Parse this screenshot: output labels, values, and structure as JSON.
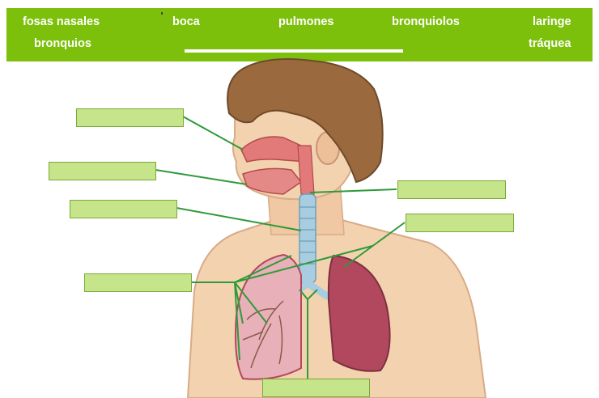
{
  "word_bank": {
    "words": [
      "fosas nasales",
      "bronquios",
      "boca",
      "pulmones",
      "bronquiolos",
      "laringe",
      "tráquea"
    ]
  },
  "drop_zones": [
    "",
    "",
    "",
    "",
    "",
    "",
    ""
  ],
  "colors": {
    "bank_background": "#7cc00c",
    "drop_zone_fill": "#c6e58a",
    "leader_line": "#2f9a3a",
    "skin": "#f3d2b0",
    "hair": "#9a6a3e",
    "airway": "#a9cde0",
    "lung": "#b2485e"
  }
}
